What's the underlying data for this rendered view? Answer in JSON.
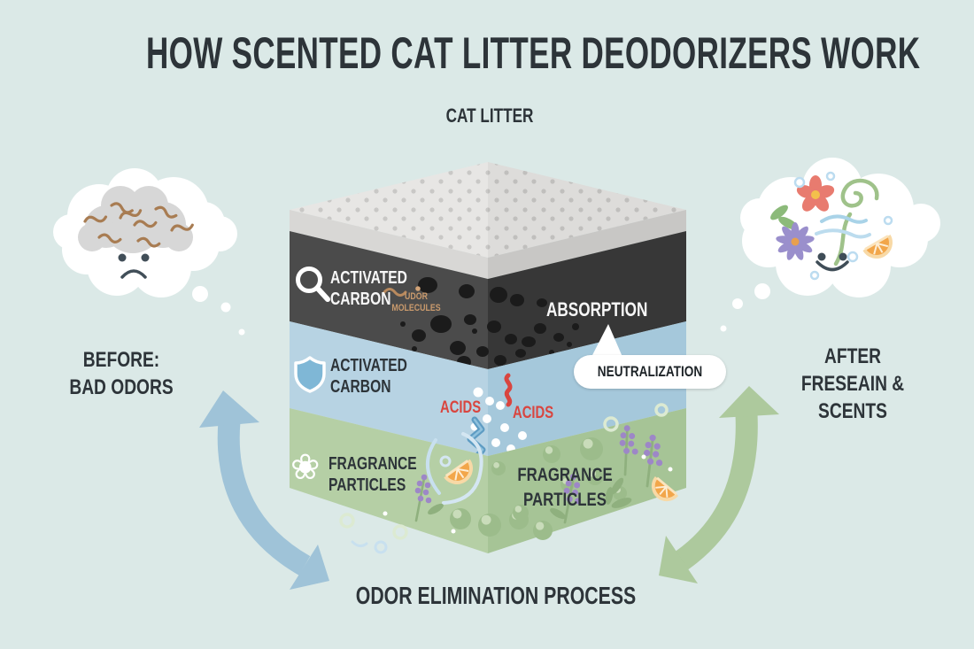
{
  "title": "HOW SCENTED CAT LITTER DEODORIZERS WORK",
  "cat_litter_label": "CAT LITTER",
  "before": {
    "line1": "BEFORE:",
    "line2": "BAD ODORS"
  },
  "after": {
    "line1": "AFTER",
    "line2": "FRESEAIN &",
    "line3": "SCENTS"
  },
  "process_label": "ODOR ELIMINATION PROCESS",
  "layers": {
    "absorption": {
      "icon": "magnifier-icon",
      "label_line1": "ACTIVATED",
      "label_line2": "CARBON",
      "molecules_line1": "UDOR",
      "molecules_line2": "MOLECULES",
      "annotation": "ABSORPTION"
    },
    "neutralization": {
      "icon": "shield-icon",
      "label_line1": "ACTIVATED",
      "label_line2": "CARBON",
      "acids_left": "ACIDS",
      "acids_right": "ACIDS",
      "bubble_label": "NEUTRALIZATION"
    },
    "fragrance": {
      "icon": "flower-icon",
      "flower_glyph": "❀",
      "left_line1": "FRAGRANCE",
      "left_line2": "PARTICLES",
      "right_line1": "FRAGRANCE",
      "right_line2": "PARTICLES"
    }
  },
  "colors": {
    "background": "#dbe9e7",
    "heading_text": "#2d3439",
    "litter_top": "#e7e6e4",
    "absorption_layer_left": "#4b4b4b",
    "absorption_layer_right": "#373737",
    "neutralization_layer_left": "#b7d3e3",
    "neutralization_layer_right": "#a5c8db",
    "fragrance_layer_left": "#b5cfa5",
    "fragrance_layer_right": "#a6c496",
    "before_arrow": "#9fc3d8",
    "after_arrow": "#adc99d",
    "acids_text": "#d9453f",
    "odor_molecules_text": "#c99a6d"
  }
}
